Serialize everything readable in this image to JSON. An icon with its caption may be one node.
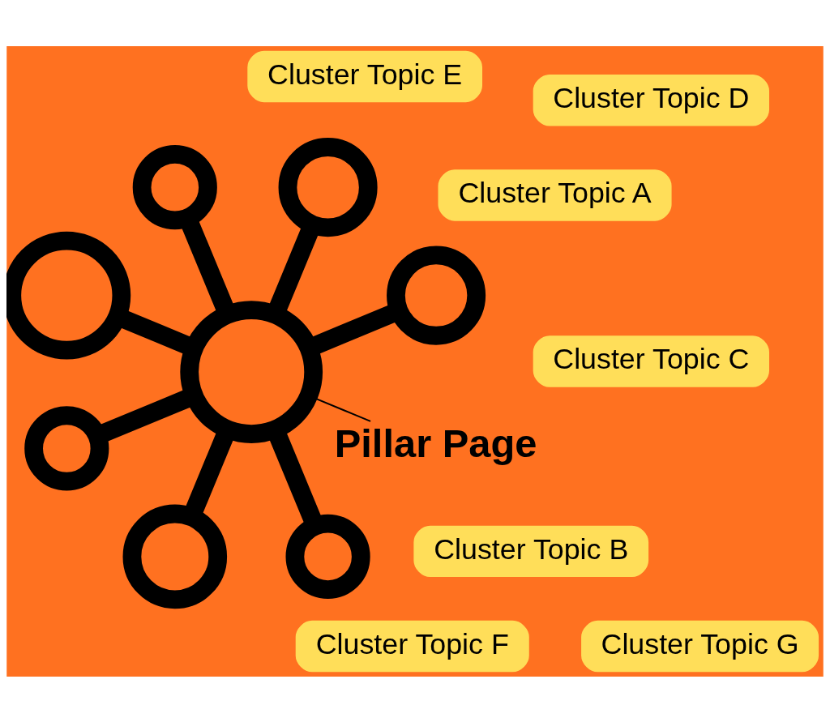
{
  "diagram": {
    "nodes": [
      {
        "text": [
          "Pillar Page"
        ]
      },
      {
        "text": [],
        "shape": "circle"
      },
      {
        "text": [],
        "shape": "circle"
      },
      {
        "text": [],
        "shape": "circle"
      },
      {
        "text": [],
        "shape": "circle"
      },
      {
        "text": [],
        "shape": "circle"
      },
      {
        "text": [],
        "shape": "circle"
      },
      {
        "text": [],
        "shape": "circle"
      },
      {
        "text": [],
        "shape": "circle"
      },
      {
        "text": [
          "Cluster Topic A"
        ]
      },
      {
        "text": [
          "Cluster Topic B"
        ]
      },
      {
        "text": [
          "Cluster Topic C"
        ]
      },
      {
        "text": [
          "Cluster Topic D"
        ]
      },
      {
        "text": [
          "Cluster Topic E"
        ]
      },
      {
        "text": [
          "Cluster Topic F"
        ]
      },
      {
        "text": [
          "Cluster Topic G"
        ]
      }
    ],
    "edges": [
      {
        "from": 0,
        "to": 1,
        "arrow": "none"
      },
      {
        "from": 1,
        "to": 2,
        "arrow": "none"
      },
      {
        "from": 1,
        "to": 3,
        "arrow": "none"
      },
      {
        "from": 1,
        "to": 4,
        "arrow": "none"
      },
      {
        "from": 1,
        "to": 5,
        "arrow": "none"
      },
      {
        "from": 1,
        "to": 6,
        "arrow": "none"
      },
      {
        "from": 1,
        "to": 7,
        "arrow": "none"
      },
      {
        "from": 1,
        "to": 8,
        "arrow": "none"
      }
    ]
  }
}
